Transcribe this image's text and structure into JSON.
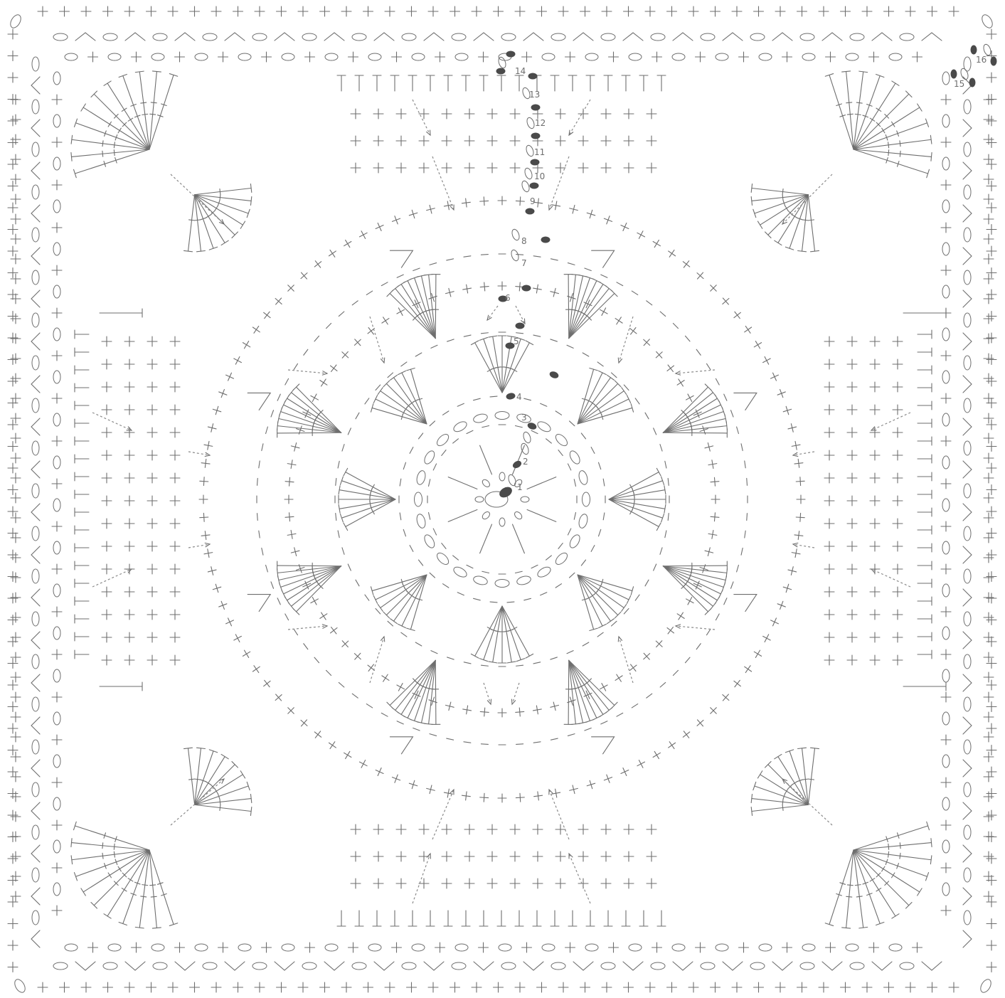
{
  "round_labels": [
    "1",
    "2",
    "3",
    "4",
    "5",
    "6",
    "7",
    "8",
    "9",
    "10",
    "11",
    "12",
    "13",
    "14",
    "15",
    "16"
  ],
  "colors": {
    "stitch": "#6e6e6e",
    "start_marker": "#4a4a4a",
    "background": "#ffffff"
  }
}
